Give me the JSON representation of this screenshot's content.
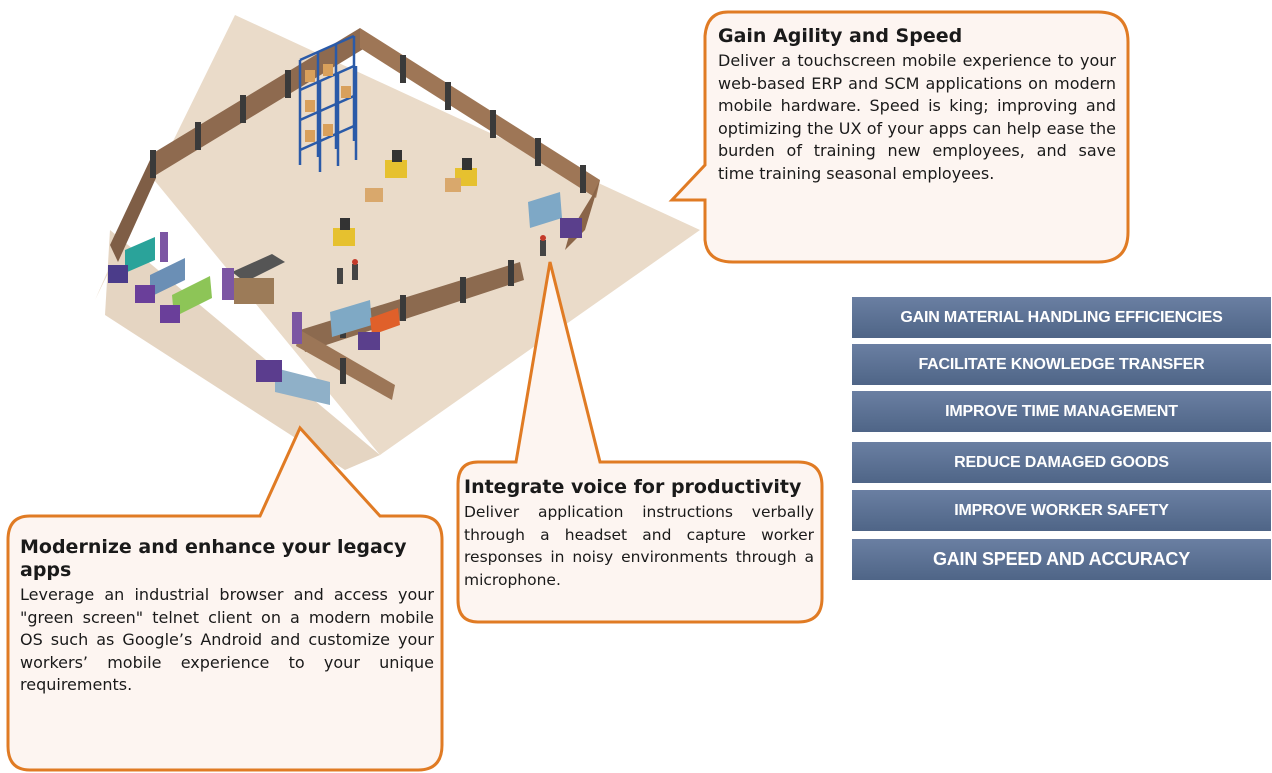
{
  "callouts": {
    "agility": {
      "title": "Gain Agility and Speed",
      "body": "Deliver a touchscreen mobile experience to your web-based ERP and SCM applications on modern mobile hardware. Speed is king; improving and optimizing the UX of your apps can help ease the burden of training new employees, and save time training seasonal employees."
    },
    "voice": {
      "title": "Integrate voice for productivity",
      "body": "Deliver application instructions verbally through a headset and capture worker responses in noisy environments through a microphone."
    },
    "legacy": {
      "title": "Modernize and enhance your legacy apps",
      "body": "Leverage an industrial browser and access your \"green screen\" telnet client on a modern mobile OS such as Google’s Android and customize your workers’ mobile experience to your unique requirements."
    }
  },
  "benefits": [
    "GAIN MATERIAL HANDLING EFFICIENCIES",
    "FACILITATE KNOWLEDGE TRANSFER",
    "IMPROVE TIME MANAGEMENT",
    "REDUCE DAMAGED GOODS",
    "IMPROVE WORKER SAFETY",
    "GAIN SPEED AND ACCURACY"
  ],
  "colors": {
    "callout_border": "#e07b24",
    "callout_fill": "#fdf5f1",
    "benefit_bar": "#5b7194",
    "floor": "#ead9c6"
  }
}
